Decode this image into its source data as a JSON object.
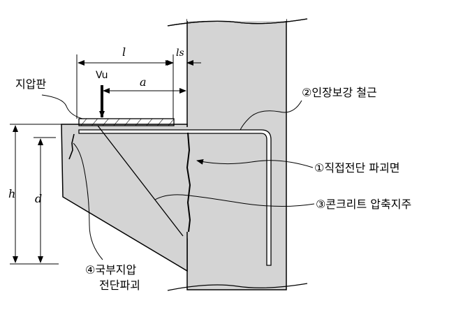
{
  "diagram": {
    "dimensions": {
      "l": "l",
      "ls": "ls",
      "a": "a",
      "h": "h",
      "d": "d",
      "load": "Vu"
    },
    "labels": {
      "bearing_plate": "지압판",
      "tension_reinforcement": "②인장보강 철근",
      "direct_shear_failure": "①직접전단 파괴면",
      "concrete_strut": "③콘크리트 압축지주",
      "local_bearing_failure_line1": "④국부지압",
      "local_bearing_failure_line2": "전단파괴"
    },
    "colors": {
      "concrete_fill": "#d4d4d4",
      "line": "#000000",
      "background": "#ffffff"
    }
  }
}
